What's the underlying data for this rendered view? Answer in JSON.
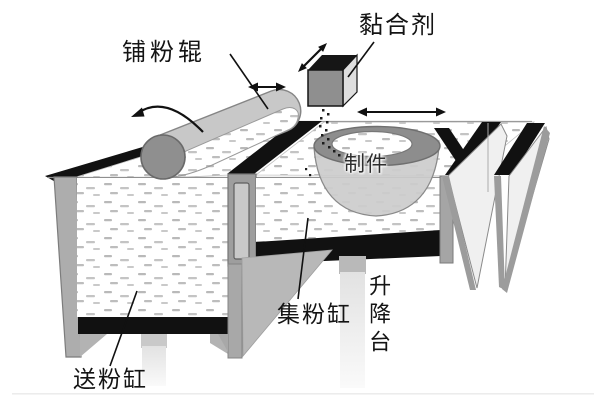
{
  "figure": {
    "labels": {
      "roller": "铺粉辊",
      "binder": "黏合剂",
      "part": "制件",
      "collect_cylinder": "集粉缸",
      "lift_platform": "升降台",
      "feed_cylinder": "送粉缸"
    },
    "colors": {
      "background": "#ffffff",
      "ink": "#111111",
      "wall_gray": "#a8a8a8",
      "roller_body": "#c8c8c8",
      "roller_end": "#8f8f8f",
      "powder_dash": "#bcbcbc",
      "bowl_rim": "#8d8d8d",
      "bowl_body": "#cccccc",
      "printhead_front": "#8f8f8f",
      "printhead_side": "#dedede",
      "piston_plate": "#111111",
      "piston_rod": "#e0e0e0"
    },
    "icons": {
      "traverse_arrow": "double-headed horizontal arrow",
      "jog_arrow": "double-headed diagonal arrow",
      "rotation_arrow": "curved arrow"
    }
  }
}
